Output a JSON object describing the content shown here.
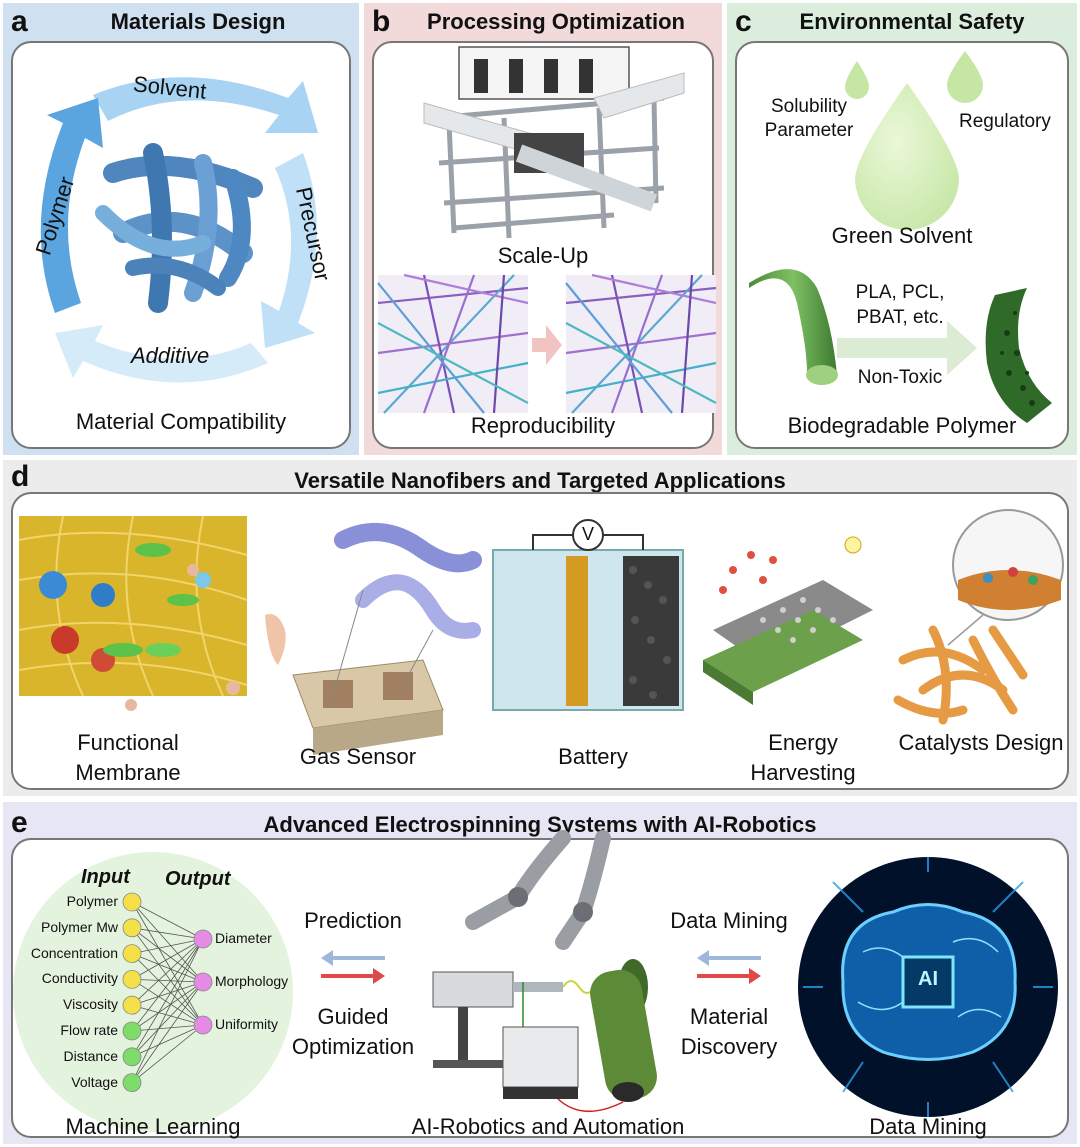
{
  "panel_a": {
    "letter": "a",
    "title": "Materials Design",
    "cycle_labels": {
      "top": "Solvent",
      "left": "Polymer",
      "right": "Precursor",
      "bottom": "Additive"
    },
    "caption": "Material Compatibility"
  },
  "panel_b": {
    "letter": "b",
    "title": "Processing Optimization",
    "scale_label": "Scale-Up",
    "repro_label": "Reproducibility"
  },
  "panel_c": {
    "letter": "c",
    "title": "Environmental Safety",
    "solubility_label": "Solubility Parameter",
    "regulatory_label": "Regulatory",
    "green_label": "Green Solvent",
    "polymers_label": "PLA, PCL, PBAT, etc.",
    "nontoxic_label": "Non-Toxic",
    "biodeg_label": "Biodegradable Polymer"
  },
  "panel_d": {
    "letter": "d",
    "title": "Versatile Nanofibers and Targeted Applications",
    "applications": [
      "Functional Membrane",
      "Gas Sensor",
      "Battery",
      "Energy Harvesting",
      "Catalysts Design"
    ],
    "voltmeter": "V"
  },
  "panel_e": {
    "letter": "e",
    "title": "Advanced Electrospinning Systems with AI-Robotics",
    "input_header": "Input",
    "output_header": "Output",
    "inputs": [
      "Polymer",
      "Polymer Mw",
      "Concentration",
      "Conductivity",
      "Viscosity",
      "Flow rate",
      "Distance",
      "Voltage"
    ],
    "outputs": [
      "Diameter",
      "Morphology",
      "Uniformity"
    ],
    "prediction": "Prediction",
    "guided": "Guided Optimization",
    "data_mining_arrow": "Data Mining",
    "material_discovery": "Material Discovery",
    "ml_caption": "Machine Learning",
    "robotics_caption": "AI-Robotics and Automation",
    "dm_caption": "Data Mining",
    "chip_label": "AI"
  },
  "colors": {
    "panel_a_bg": "#cfe1f0",
    "panel_b_bg": "#f3dada",
    "panel_c_bg": "#dbeedd",
    "panel_d_bg": "#ececec",
    "panel_e_bg": "#e7e6f4",
    "input_node_yellow": "#f5e04a",
    "input_node_green": "#7ddc6a",
    "output_node": "#e58be6"
  }
}
